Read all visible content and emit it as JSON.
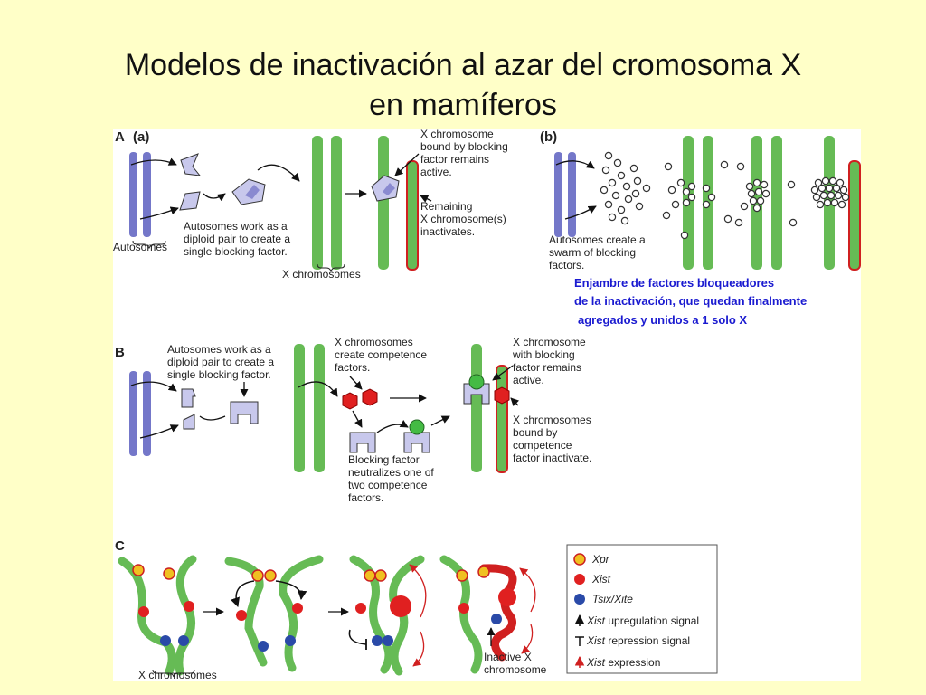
{
  "title": {
    "line1": "Modelos de inactivación al azar del cromosoma X",
    "line2": "en mamíferos"
  },
  "panel_a": {
    "letter": "A",
    "sub_a": "(a)",
    "sub_b": "(b)",
    "autosomes": "Autosomes",
    "autosomes_work": [
      "Autosomes work as a",
      "diploid pair to create a",
      "single blocking factor."
    ],
    "x_chromosomes": "X chromosomes",
    "x_bound": [
      "X chromosome",
      "bound by blocking",
      "factor remains",
      "active."
    ],
    "remaining": [
      "Remaining",
      "X chromosome(s)",
      "inactivates."
    ],
    "swarm": [
      "Autosomes create a",
      "swarm of blocking",
      "factors."
    ]
  },
  "note": {
    "line1": "Enjambre de factores bloqueadores",
    "line2": "de la inactivación, que quedan finalmente",
    "line3": "agregados y unidos a 1 solo X"
  },
  "panel_b": {
    "letter": "B",
    "autosomes_work": [
      "Autosomes work as a",
      "diploid pair to create a",
      "single blocking factor."
    ],
    "x_competence": [
      "X chromosomes",
      "create competence",
      "factors."
    ],
    "blocking_neutralizes": [
      "Blocking factor",
      "neutralizes one of",
      "two competence",
      "factors."
    ],
    "x_with_blocking": [
      "X chromosome",
      "with blocking",
      "factor remains",
      "active."
    ],
    "x_bound_competence": [
      "X chromosomes",
      "bound by",
      "competence",
      "factor inactivate."
    ]
  },
  "panel_c": {
    "letter": "C",
    "x_chromosomes": "X chromosomes",
    "inactive": [
      "Inactive X",
      "chromosome"
    ],
    "legend": {
      "xpr": "Xpr",
      "xist": "Xist",
      "tsix": "Tsix/Xite",
      "up_italic": "Xist",
      "up_rest": " upregulation signal",
      "rep_italic": "Xist",
      "rep_rest": " repression signal",
      "exp_italic": "Xist",
      "exp_rest": " expression"
    }
  },
  "colors": {
    "background": "#ffffc8",
    "autosome": "#7477c9",
    "x_chromosome": "#66bb55",
    "inactive_outline": "#d02020",
    "competence_factor": "#e02020",
    "blocking_ball": "#44bb44",
    "xpr": "#f0c020",
    "tsix": "#2a4aa8",
    "note_text": "#1a1ad0"
  }
}
